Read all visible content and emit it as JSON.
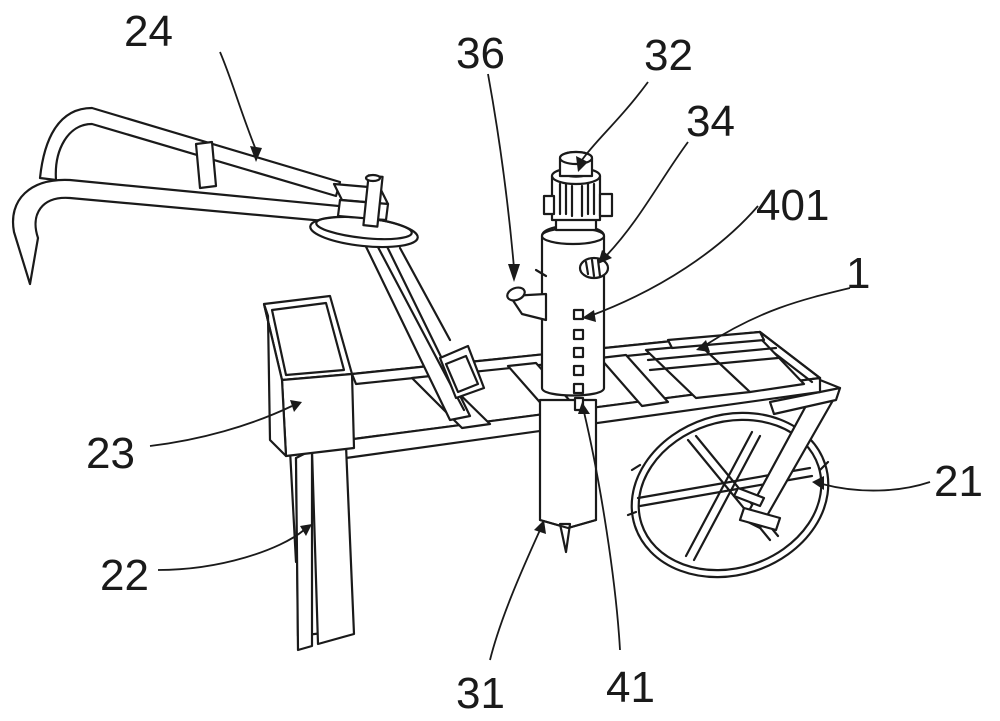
{
  "labels": {
    "l24": "24",
    "l36": "36",
    "l32": "32",
    "l34": "34",
    "l401": "401",
    "l1": "1",
    "l23": "23",
    "l21": "21",
    "l22": "22",
    "l31": "31",
    "l41": "41"
  }
}
